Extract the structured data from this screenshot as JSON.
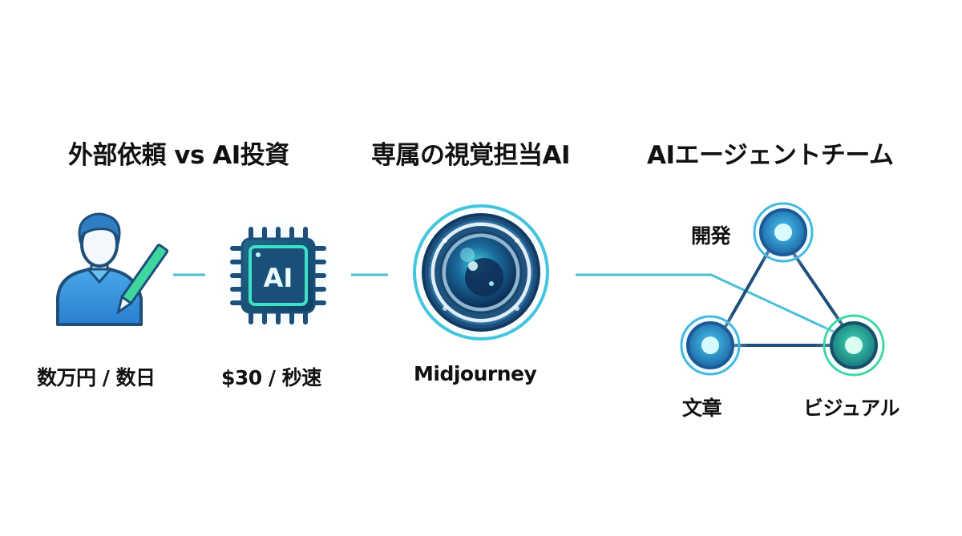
{
  "sections": [
    {
      "heading": "外部依頼 vs AI投資",
      "items": [
        {
          "icon": "person-with-pencil-icon",
          "label": "数万円 / 数日"
        },
        {
          "icon": "ai-chip-icon",
          "chip_text": "AI",
          "label": "$30 / 秒速"
        }
      ]
    },
    {
      "heading": "専属の視覚担当AI",
      "items": [
        {
          "icon": "camera-lens-icon",
          "label": "Midjourney"
        }
      ]
    },
    {
      "heading": "AIエージェントチーム",
      "nodes": [
        {
          "icon": "node-development-icon",
          "label": "開発"
        },
        {
          "icon": "node-writing-icon",
          "label": "文章"
        },
        {
          "icon": "node-visual-icon",
          "label": "ビジュアル"
        }
      ]
    }
  ],
  "colors": {
    "connector": "#4bbfd6",
    "dark_blue": "#1d4f7a",
    "accent_teal": "#3fe0c8",
    "accent_green": "#3ee6a0",
    "text": "#111111"
  }
}
